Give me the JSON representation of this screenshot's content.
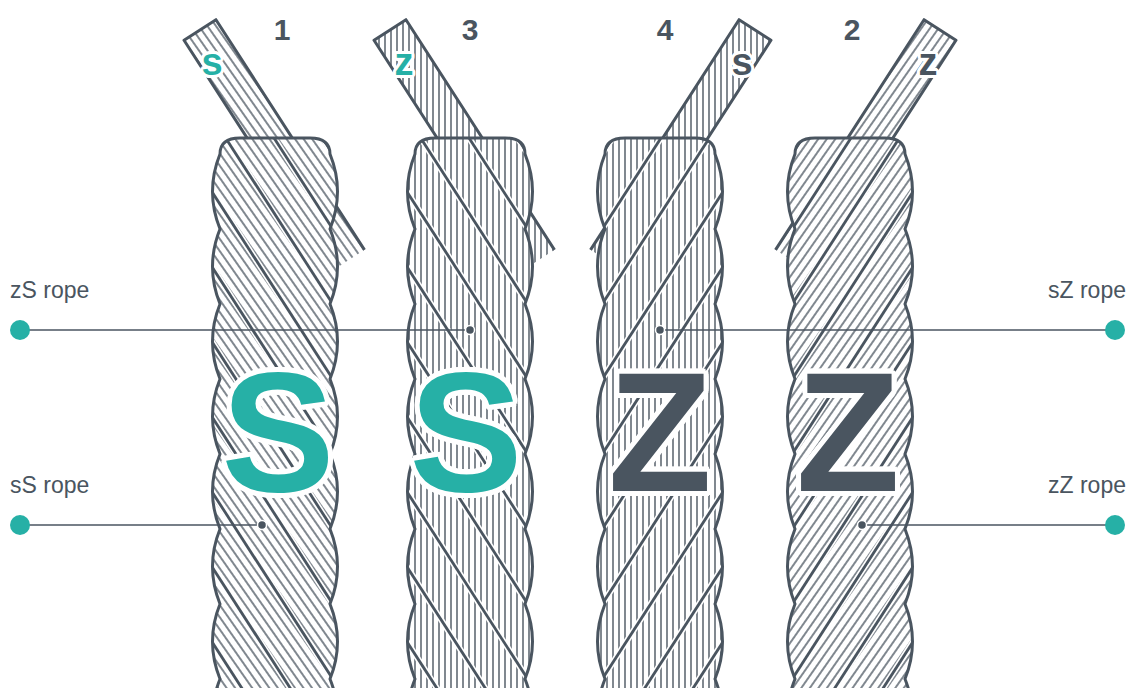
{
  "diagram": {
    "labels": [
      "1",
      "3",
      "4",
      "2",
      "s",
      "z",
      "s",
      "z",
      "S",
      "S",
      "Z",
      "Z",
      "zS rope",
      "sS rope",
      "sZ rope",
      "zZ rope"
    ]
  }
}
